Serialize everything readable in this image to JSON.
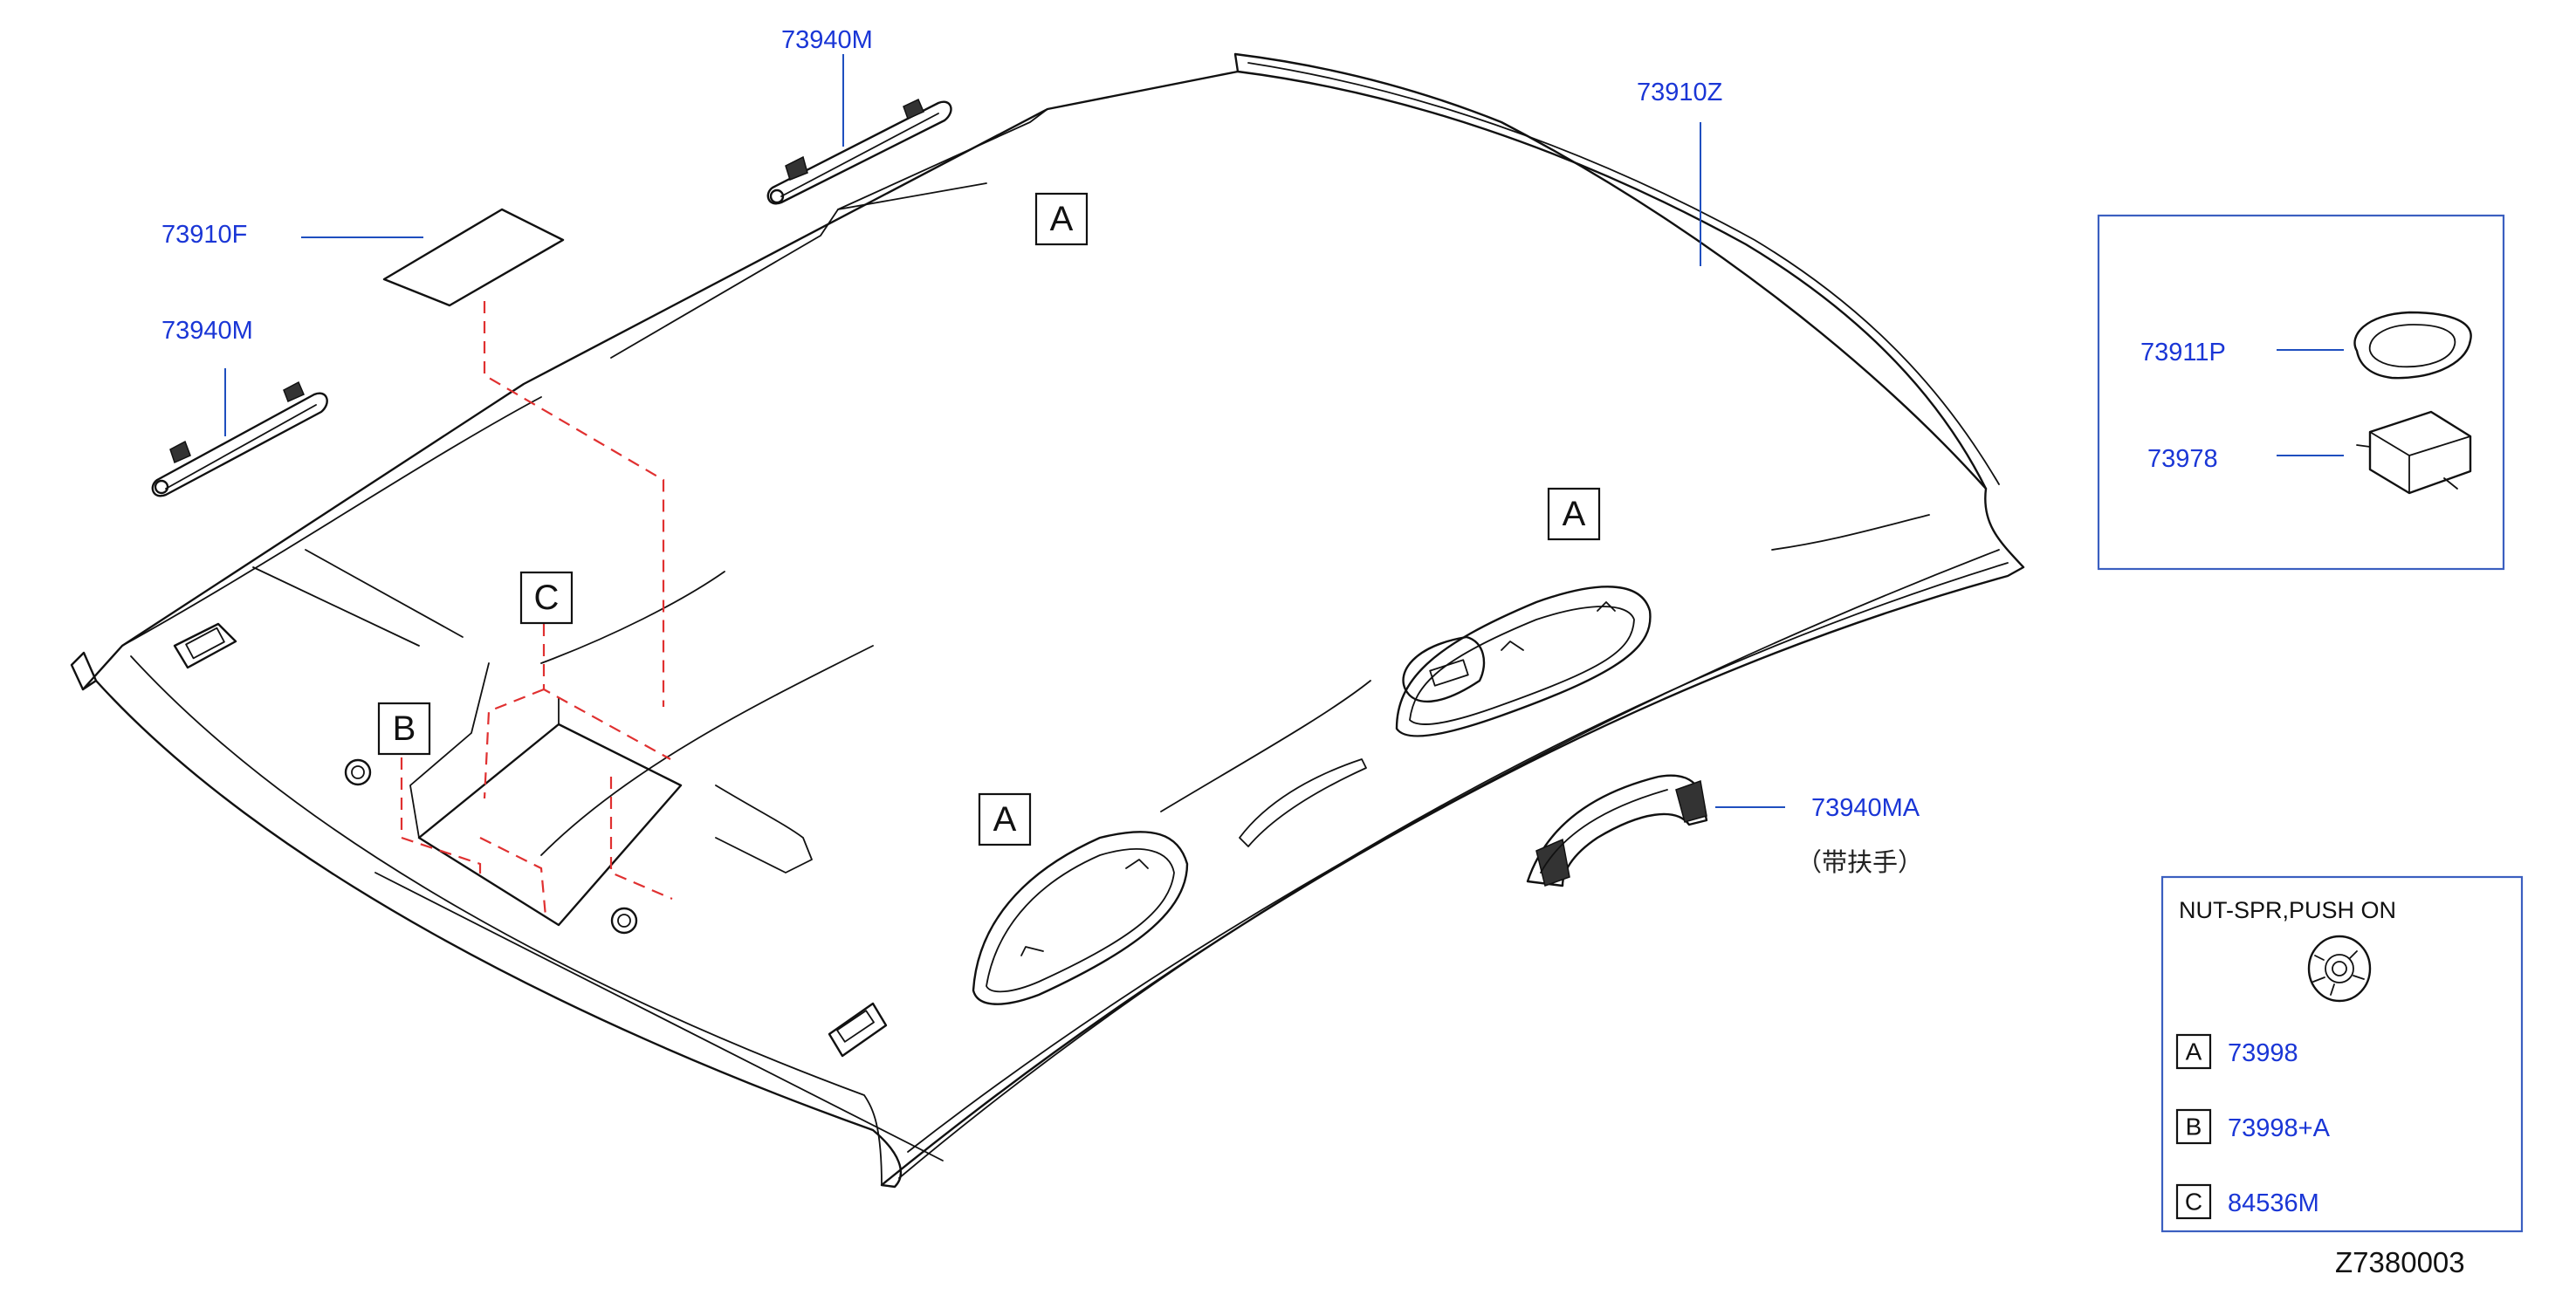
{
  "callouts": [
    {
      "letter": "A"
    },
    {
      "letter": "A"
    },
    {
      "letter": "A"
    },
    {
      "letter": "B"
    },
    {
      "letter": "C"
    }
  ],
  "parts": {
    "headlining": "73910Z",
    "pad": "73910F",
    "assist_grip_upper": "73940M",
    "assist_grip_left": "73940M",
    "assist_grip_with_handle": "73940MA",
    "assist_grip_note": "（带扶手）",
    "clip": "73911P",
    "holder": "73978"
  },
  "legend": {
    "title": "NUT-SPR,PUSH   ON",
    "items": [
      {
        "letter": "A",
        "code": "73998"
      },
      {
        "letter": "B",
        "code": "73998+A"
      },
      {
        "letter": "C",
        "code": "84536M"
      }
    ]
  },
  "drawing_number": "Z7380003",
  "colors": {
    "label_blue": "#1a36d6",
    "leader_blue": "#1f4fbf",
    "dashed_red": "#e03030"
  }
}
